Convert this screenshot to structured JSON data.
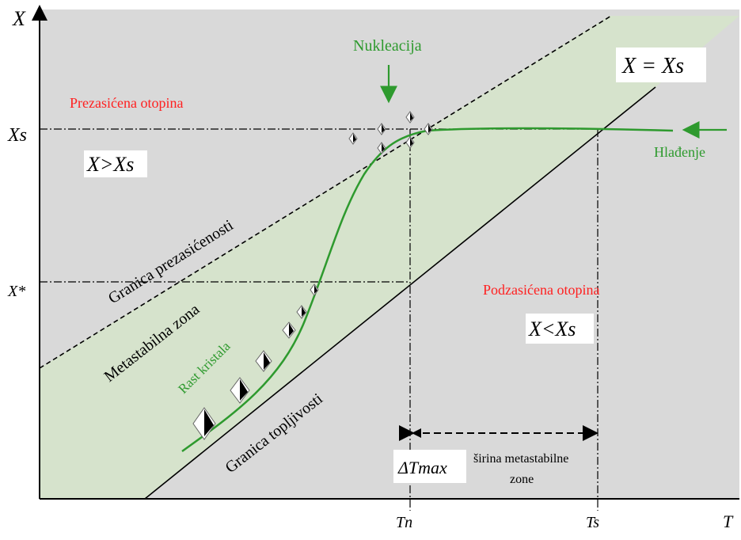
{
  "axes": {
    "y_label": "X",
    "x_label": "T"
  },
  "ticks": {
    "y_xs": "Xs",
    "y_xstar": "X*",
    "x_tn": "Tn",
    "x_ts": "Ts"
  },
  "labels": {
    "nukleacija": "Nukleacija",
    "equality": "X = Xs",
    "supersaturated": "Prezasićena otopina",
    "supersaturated_cond": "X>Xs",
    "hladjenje": "Hlađenje",
    "granica_prezasicenosti": "Granica prezasićenosti",
    "metastabilna_zona": "Metastabilna zona",
    "rast_kristala": "Rast kristala",
    "granica_topljivosti": "Granica topljivosti",
    "undersaturated": "Podzasićena otopina",
    "undersaturated_cond": "X<Xs",
    "delta_tmax": "ΔTmax",
    "width_label_1": "širina metastabilne",
    "width_label_2": "zone"
  },
  "colors": {
    "background": "#d9d9d9",
    "metastable_zone": "#d6e3cc",
    "curve": "#2e9a2e",
    "green_text": "#2e9a2e",
    "red_text": "#ff2020",
    "line": "#000000"
  }
}
